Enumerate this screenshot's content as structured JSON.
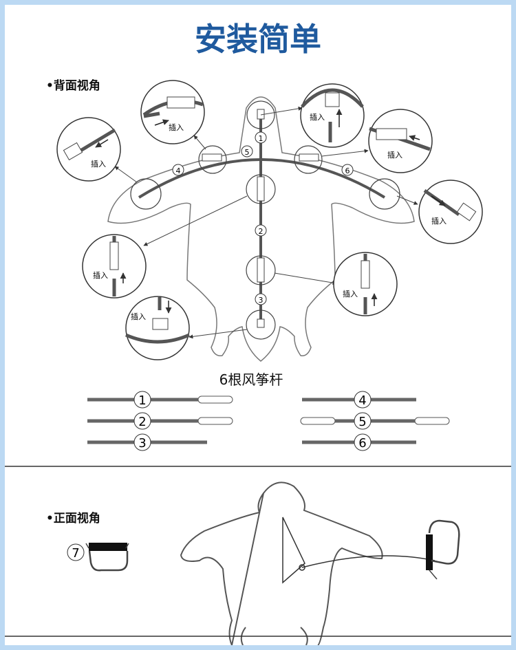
{
  "title": "安装简单",
  "back_view_label": "•背面视角",
  "front_view_label": "•正面视角",
  "insert_label": "插入",
  "rods_title": "6根风筝杆",
  "rod_numbers": [
    "1",
    "2",
    "3",
    "4",
    "5",
    "6"
  ],
  "handle_number": "7",
  "colors": {
    "title": "#1f5a9e",
    "line": "#555555",
    "rod": "#666666",
    "border_bg": "#bcd9f3"
  }
}
